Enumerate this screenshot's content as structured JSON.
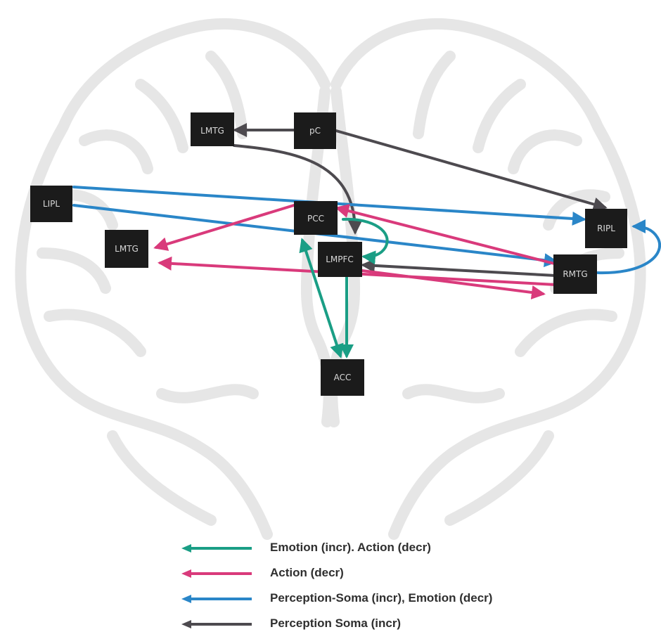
{
  "colors": {
    "emotion_action": "#1a9e85",
    "action": "#d93a7b",
    "perception_emotion": "#2a86c8",
    "perception": "#4d4a4f",
    "node_fill": "#1b1b1b",
    "brain_outline": "#e6e6e6"
  },
  "nodes": [
    {
      "id": "LMTG_top",
      "label": "LMTG"
    },
    {
      "id": "pC",
      "label": "pC"
    },
    {
      "id": "LIPL",
      "label": "LIPL"
    },
    {
      "id": "PCC",
      "label": "PCC"
    },
    {
      "id": "RIPL",
      "label": "RIPL"
    },
    {
      "id": "LMTG_left",
      "label": "LMTG"
    },
    {
      "id": "LMPFC",
      "label": "LMPFC"
    },
    {
      "id": "RMTG",
      "label": "RMTG"
    },
    {
      "id": "ACC",
      "label": "ACC"
    }
  ],
  "legend": [
    {
      "color_key": "emotion_action",
      "label": "Emotion (incr). Action (decr)"
    },
    {
      "color_key": "action",
      "label": "Action (decr)"
    },
    {
      "color_key": "perception_emotion",
      "label": "Perception-Soma (incr), Emotion (decr)"
    },
    {
      "color_key": "perception",
      "label": "Perception Soma (incr)"
    }
  ]
}
